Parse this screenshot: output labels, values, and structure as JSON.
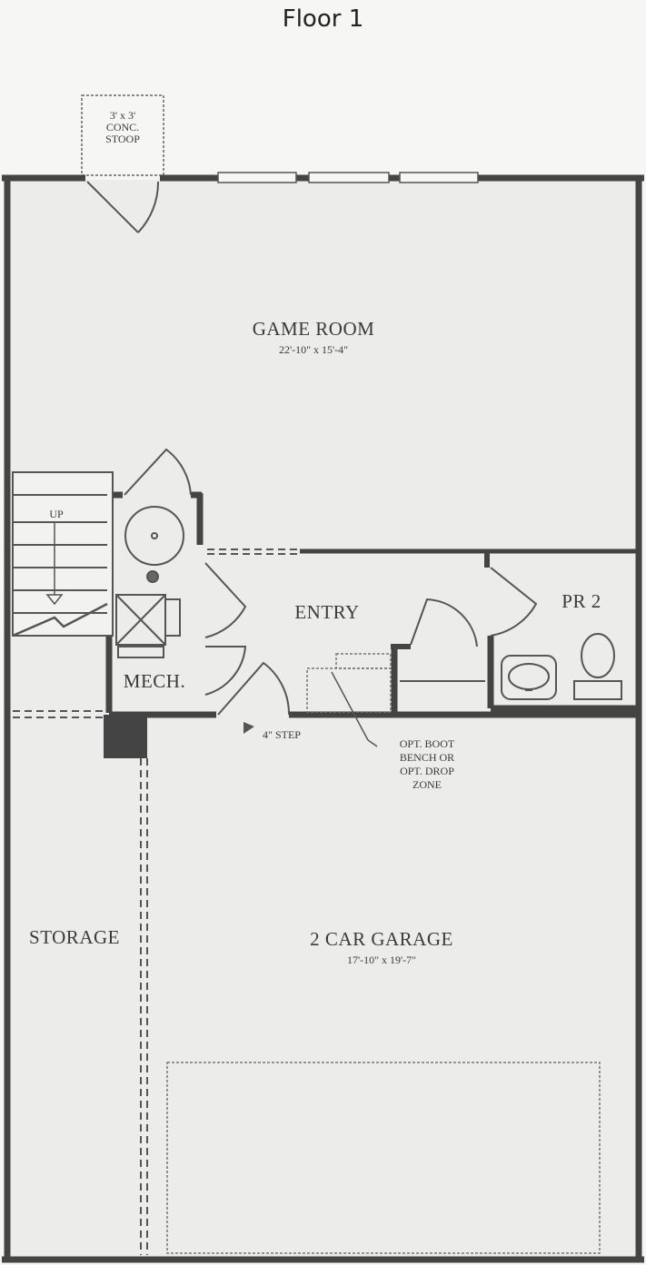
{
  "title": "Floor 1",
  "rooms": {
    "game_room": {
      "name": "GAME ROOM",
      "dims": "22'-10\" x 15'-4\""
    },
    "entry": {
      "name": "ENTRY"
    },
    "pr2": {
      "name": "PR 2"
    },
    "mech": {
      "name": "MECH."
    },
    "storage": {
      "name": "STORAGE"
    },
    "garage": {
      "name": "2 CAR GARAGE",
      "dims": "17'-10\" x 19'-7\""
    }
  },
  "stoop": {
    "line1": "3' x 3'",
    "line2": "CONC.",
    "line3": "STOOP"
  },
  "stairs": {
    "label": "UP"
  },
  "step": {
    "label": "4\" STEP"
  },
  "bench_note": {
    "line1": "OPT. BOOT",
    "line2": "BENCH OR",
    "line3": "OPT. DROP",
    "line4": "ZONE"
  }
}
